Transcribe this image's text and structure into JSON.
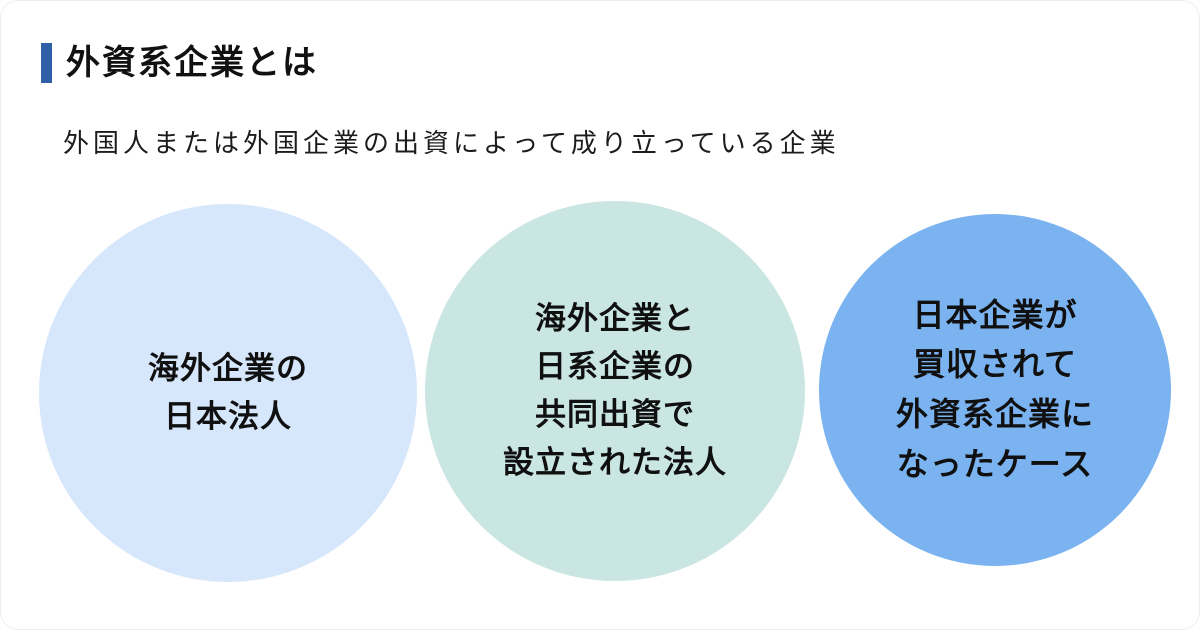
{
  "header": {
    "title": "外資系企業とは",
    "subtitle": "外国人または外国企業の出資によって成り立っている企業",
    "accent_color": "#2e5fa7"
  },
  "circles": [
    {
      "name": "overseas-company-japan-subsidiary",
      "text": "海外企業の\n日本法人",
      "color": "#d6e6fb"
    },
    {
      "name": "joint-investment-corporation",
      "text": "海外企業と\n日系企業の\n共同出資で\n設立された法人",
      "color": "#c9e6e2"
    },
    {
      "name": "acquired-japanese-company",
      "text": "日本企業が\n買収されて\n外資系企業に\nなったケース",
      "color": "#7ab3f0"
    }
  ]
}
